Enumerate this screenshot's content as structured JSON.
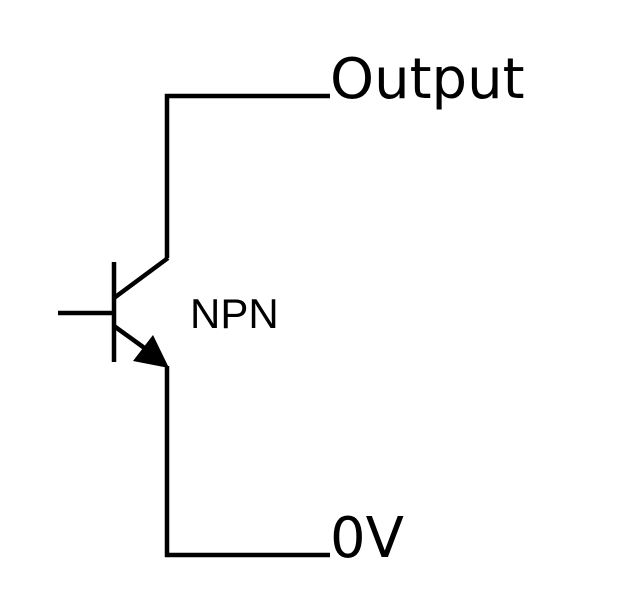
{
  "diagram": {
    "labels": {
      "output": "Output",
      "transistor_type": "NPN",
      "ground": "0V"
    },
    "line_color": "#000000",
    "background_color": "#ffffff"
  }
}
